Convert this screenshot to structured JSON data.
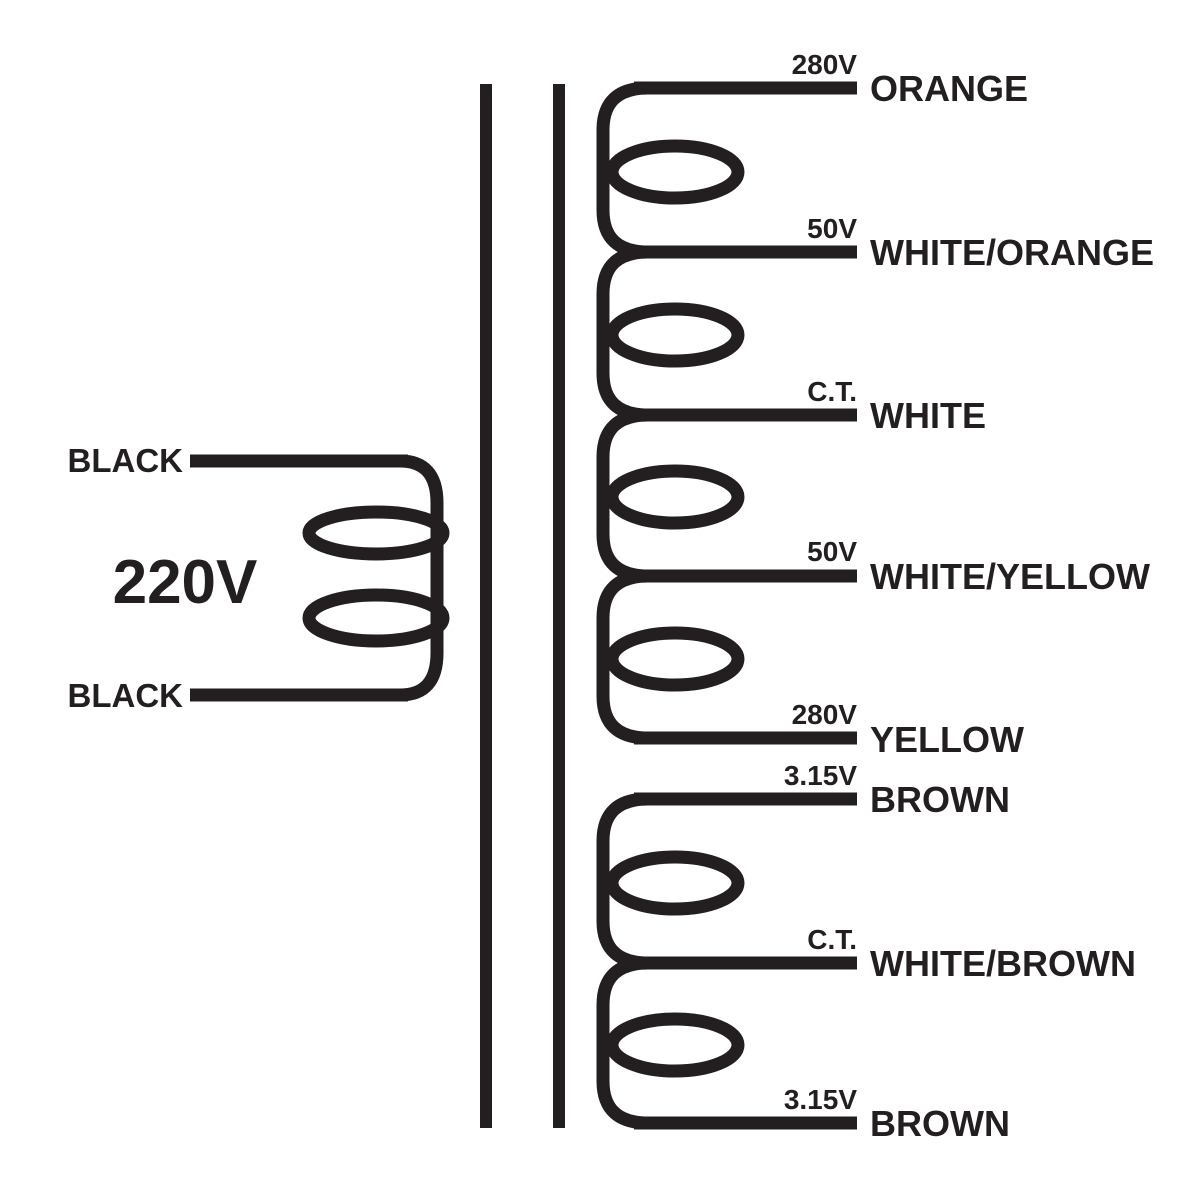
{
  "colors": {
    "ink": "#231f20",
    "background": "#ffffff"
  },
  "primary": {
    "voltage": "220V",
    "leads": [
      {
        "label": "BLACK"
      },
      {
        "label": "BLACK"
      }
    ]
  },
  "secondary": {
    "windings": [
      {
        "taps": [
          {
            "voltage": "280V",
            "wire": "ORANGE"
          },
          {
            "voltage": "50V",
            "wire": "WHITE/ORANGE"
          },
          {
            "voltage": "C.T.",
            "wire": "WHITE"
          },
          {
            "voltage": "50V",
            "wire": "WHITE/YELLOW"
          },
          {
            "voltage": "280V",
            "wire": "YELLOW"
          }
        ]
      },
      {
        "taps": [
          {
            "voltage": "3.15V",
            "wire": "BROWN"
          },
          {
            "voltage": "C.T.",
            "wire": "WHITE/BROWN"
          },
          {
            "voltage": "3.15V",
            "wire": "BROWN"
          }
        ]
      }
    ]
  }
}
